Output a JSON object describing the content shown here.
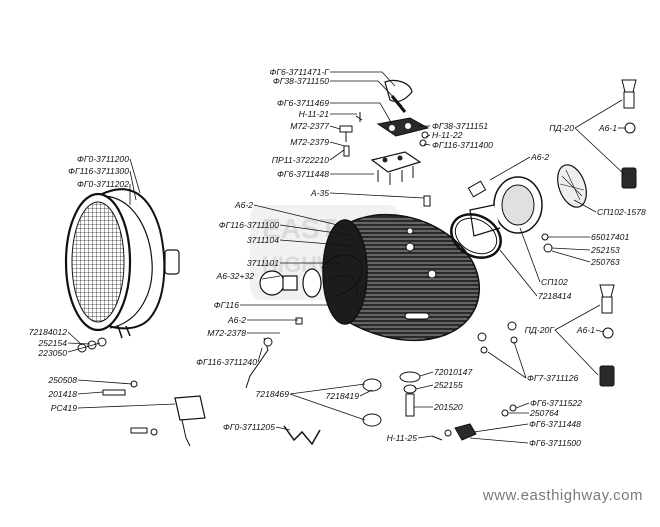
{
  "diagram": {
    "labels": {
      "l1": "ФГ6-3711471-Г",
      "l2": "ФГ38-3711150",
      "l3": "ФГ6-3711469",
      "l4": "Н-11-21",
      "l5": "М72-2377",
      "l6": "М72-2379",
      "l7": "ПР11-3722210",
      "l8": "ФГ6-3711448",
      "l9": "ФГ38-3711151",
      "l10": "Н-11-22",
      "l11": "ФГ116-3711400",
      "l12": "А-35",
      "l13": "А6-2",
      "l14": "ФГ116-3711100",
      "l15": "3711104",
      "l16": "3711101",
      "l17": "А6-32+32",
      "l18": "ФГ116",
      "l19": "А6-2",
      "l20": "М72-2378",
      "l21": "ФГ0-3711200",
      "l22": "ФГ116-3711300",
      "l23": "ФГ0-3711202",
      "l24": "72184012",
      "l25": "252154",
      "l26": "223050",
      "l27": "ФГ116-3711240",
      "l28": "250508",
      "l29": "201418",
      "l30": "РС419",
      "l31": "7218469",
      "l32": "7218419",
      "l33": "ФГ0-3711205",
      "l34": "72010147",
      "l35": "252155",
      "l36": "201520",
      "l37": "Н-11-25",
      "l38": "ПД-20",
      "l39": "А6-1",
      "l40": "СП102-1578",
      "l41": "А6-2",
      "l42": "65017401",
      "l43": "252153",
      "l44": "250763",
      "l45": "СП102",
      "l46": "7218414",
      "l47": "ПД-20Г",
      "l48": "А6-1",
      "l49": "ФГ7-3711126",
      "l50": "ФГ6-3711522",
      "l51": "250764",
      "l52": "ФГ6-3711448",
      "l53": "ФГ6-3711500"
    },
    "watermark": "www.easthighway.com"
  }
}
